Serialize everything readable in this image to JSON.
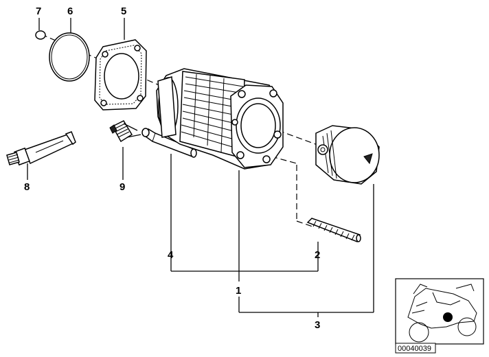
{
  "callouts": {
    "c1": "1",
    "c2": "2",
    "c3": "3",
    "c4": "4",
    "c5": "5",
    "c6": "6",
    "c7": "7",
    "c8": "8",
    "c9": "9"
  },
  "inset": {
    "code": "00040039"
  }
}
